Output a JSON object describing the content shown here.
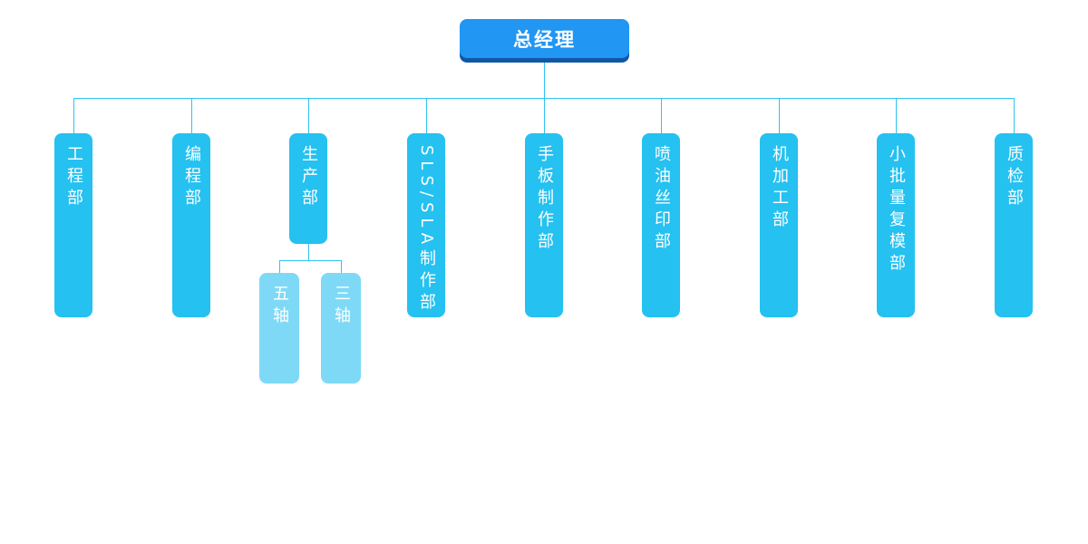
{
  "colors": {
    "root_fill": "#2196f3",
    "root_shadow": "#1157a8",
    "dept_fill": "#25c1f0",
    "subdept_fill": "#7ed9f6",
    "line": "#2fc3f1",
    "text": "#ffffff"
  },
  "root": {
    "label": "总经理"
  },
  "departments": [
    {
      "id": "engineering",
      "label": "工程部",
      "children": []
    },
    {
      "id": "programming",
      "label": "编程部",
      "children": []
    },
    {
      "id": "production",
      "label": "生产部",
      "children": [
        {
          "id": "five-axis",
          "label": "五轴"
        },
        {
          "id": "three-axis",
          "label": "三轴"
        }
      ]
    },
    {
      "id": "sls-sla-fabrication",
      "label": "SLS/SLA制作部",
      "children": []
    },
    {
      "id": "prototype-fabrication",
      "label": "手板制作部",
      "children": []
    },
    {
      "id": "spray-paint-silkscreen",
      "label": "喷油丝印部",
      "children": []
    },
    {
      "id": "machining",
      "label": "机加工部",
      "children": []
    },
    {
      "id": "small-batch-replica-molding",
      "label": "小批量复模部",
      "children": []
    },
    {
      "id": "quality-inspection",
      "label": "质检部",
      "children": []
    }
  ]
}
